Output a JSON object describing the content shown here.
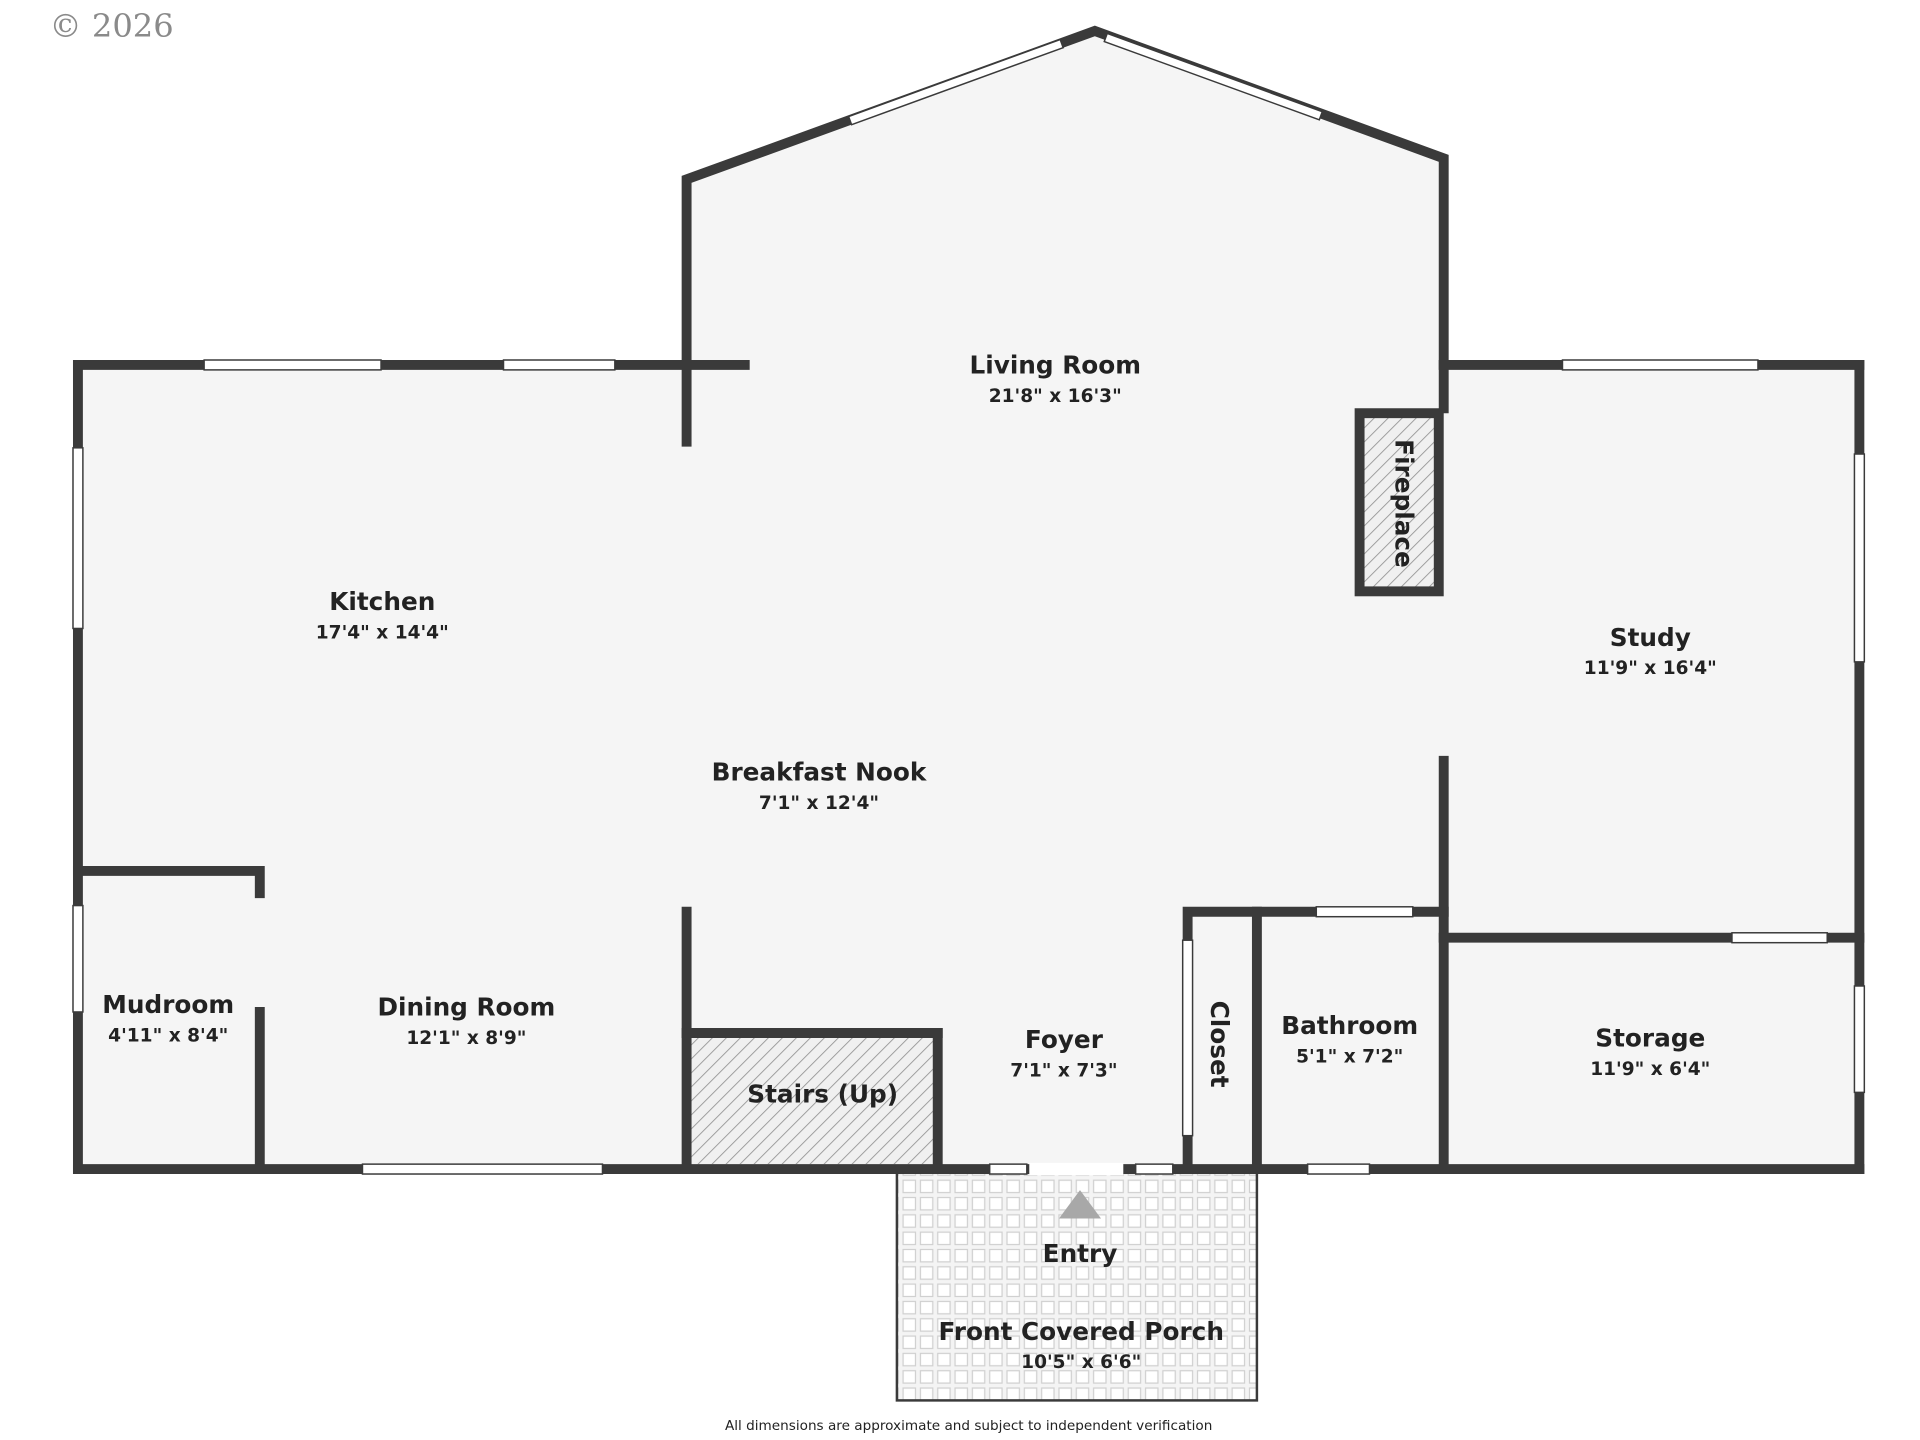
{
  "copyright": "© 2026",
  "footer": "All dimensions are approximate and subject to independent verification",
  "colors": {
    "wall": "#3a3a3a",
    "floor": "#f5f5f5",
    "hatch": "#bdbdbd"
  },
  "rooms": {
    "living": {
      "name": "Living Room",
      "dim": "21'8\" x 16'3\""
    },
    "kitchen": {
      "name": "Kitchen",
      "dim": "17'4\" x 14'4\""
    },
    "study": {
      "name": "Study",
      "dim": "11'9\" x 16'4\""
    },
    "nook": {
      "name": "Breakfast Nook",
      "dim": "7'1\" x 12'4\""
    },
    "mudroom": {
      "name": "Mudroom",
      "dim": "4'11\" x 8'4\""
    },
    "dining": {
      "name": "Dining Room",
      "dim": "12'1\" x 8'9\""
    },
    "stairs": {
      "name": "Stairs (Up)"
    },
    "foyer": {
      "name": "Foyer",
      "dim": "7'1\" x 7'3\""
    },
    "closet": {
      "name": "Closet"
    },
    "bathroom": {
      "name": "Bathroom",
      "dim": "5'1\" x 7'2\""
    },
    "storage": {
      "name": "Storage",
      "dim": "11'9\" x 6'4\""
    },
    "fireplace": {
      "name": "Fireplace"
    },
    "entry": {
      "name": "Entry"
    },
    "porch": {
      "name": "Front Covered Porch",
      "dim": "10'5\" x 6'6\""
    }
  }
}
